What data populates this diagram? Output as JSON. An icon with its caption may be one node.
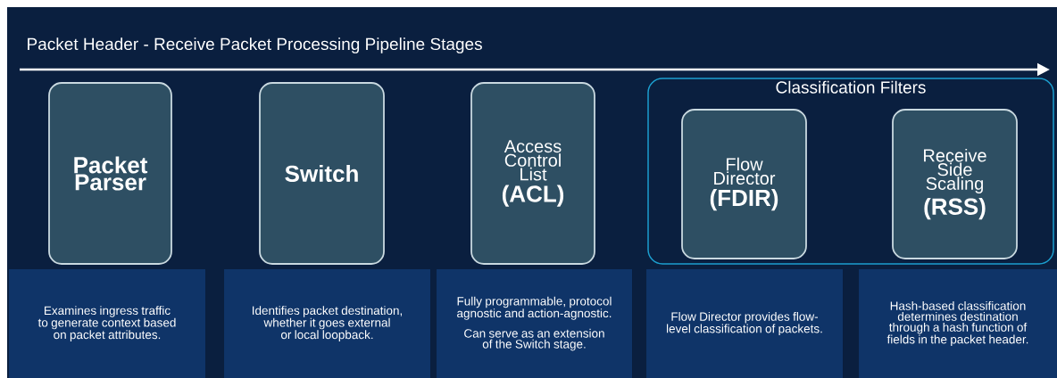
{
  "diagram": {
    "title": "Packet Header - Receive Packet Processing Pipeline Stages",
    "nodes": [
      {
        "text": [
          "Packet Parser"
        ]
      },
      {
        "text": [
          "Switch"
        ]
      },
      {
        "text": [
          "Access Control List",
          "(ACL)"
        ]
      },
      {
        "text": [
          "Classification Filters"
        ]
      },
      {
        "text": [
          "Flow Director",
          "(FDIR)"
        ],
        "in": 3
      },
      {
        "text": [
          "Receive Side Scaling",
          "(RSS)"
        ],
        "in": 3
      },
      {
        "text": [
          "Examines ingress traffic to generate context based on packet attributes."
        ]
      },
      {
        "text": [
          "Identifies packet destination, whether it goes external or local loopback."
        ]
      },
      {
        "text": [
          "Fully programmable, protocol agnostic and action-agnostic.",
          "Can serve as an extension of the Switch stage."
        ]
      },
      {
        "text": [
          "Flow Director provides flow-level classification of packets."
        ]
      },
      {
        "text": [
          "Hash-based classification determines destination through a hash function of fields in the packet header."
        ]
      }
    ]
  }
}
